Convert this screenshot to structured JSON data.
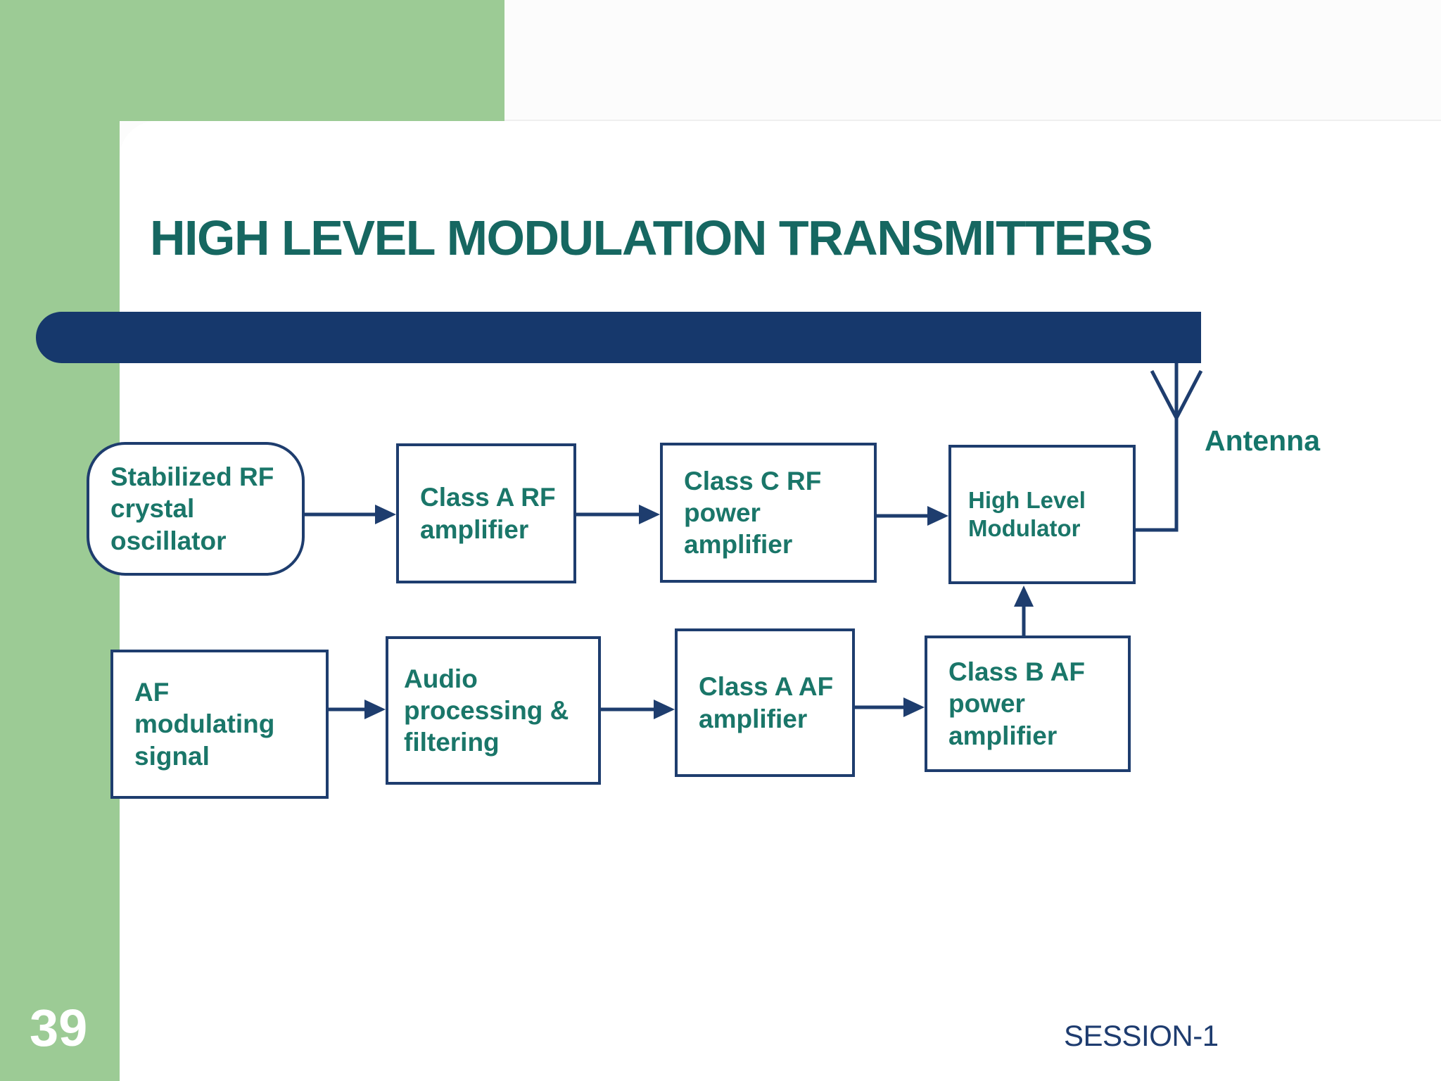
{
  "slide": {
    "title": "HIGH LEVEL MODULATION TRANSMITTERS",
    "page_number": "39",
    "footer": "SESSION-1",
    "antenna_label": "Antenna"
  },
  "colors": {
    "template_green": "#9ccb95",
    "navy": "#16386c",
    "box_border_navy": "#1e3d6e",
    "title_teal": "#166761",
    "box_text_teal": "#1a7669",
    "panel_white": "#ffffff"
  },
  "diagram": {
    "rf_chain": [
      {
        "id": "stabilized-rf-crystal-oscillator",
        "label": "Stabilized RF\ncrystal\noscillator",
        "shape": "rounded"
      },
      {
        "id": "class-a-rf-amplifier",
        "label": "Class A RF\namplifier",
        "shape": "rect"
      },
      {
        "id": "class-c-rf-power-amplifier",
        "label": "Class C RF\npower\namplifier",
        "shape": "rect"
      },
      {
        "id": "high-level-modulator",
        "label": "High Level\nModulator",
        "shape": "rect"
      }
    ],
    "af_chain": [
      {
        "id": "af-modulating-signal",
        "label": "AF\nmodulating\nsignal",
        "shape": "rect"
      },
      {
        "id": "audio-processing-filtering",
        "label": "Audio\nprocessing &\nfiltering",
        "shape": "rect"
      },
      {
        "id": "class-a-af-amplifier",
        "label": "Class A AF\namplifier",
        "shape": "rect"
      },
      {
        "id": "class-b-af-power-amplifier",
        "label": "Class B AF\npower\namplifier",
        "shape": "rect"
      }
    ]
  }
}
